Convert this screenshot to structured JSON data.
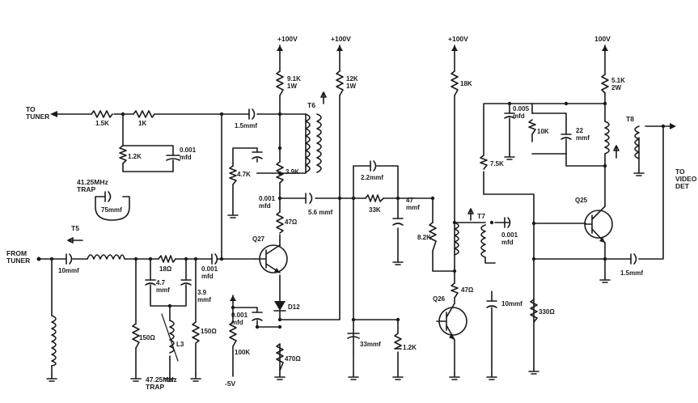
{
  "supplies": {
    "v1": "+100V",
    "v2": "+100V",
    "v3": "+100V",
    "v4": "100V",
    "neg": "-5V"
  },
  "labels": {
    "to_tuner": "TO\nTUNER",
    "from_tuner": "FROM\nTUNER",
    "to_video_det": "TO\nVIDEO\nDET",
    "trap_41": "41.25MHz\nTRAP",
    "trap_47": "47.25MHz\nTRAP"
  },
  "components": {
    "r_1_5k": "1.5K",
    "r_1k": "1K",
    "r_1_2k_a": "1.2K",
    "c_0_001_a": "0.001\nmfd",
    "c_75": "75mmf",
    "t5": "T5",
    "c_10mmf_in": "10mmf",
    "r_18": "18Ω",
    "c_4_7": "4.7\nmmf",
    "c_3_9": "3.9\nmmf",
    "c_0_001_b": "0.001\nmfd",
    "r_150_a": "150Ω",
    "r_150_b": "150Ω",
    "l3": "L3",
    "r_4_7k": "4.7K",
    "r_9_1k": "9.1K\n1W",
    "r_3_9k": "3.9K",
    "c_1_5_a": "1.5mmf",
    "t6": "T6",
    "r_12k": "12K\n1W",
    "c_0_001_c": "0.001\nmfd",
    "c_5_6": "5.6 mmf",
    "r_47_a": "47Ω",
    "q27": "Q27",
    "d12": "D12",
    "c_0_001_d": "0.001\nmfd",
    "r_100k": "100K",
    "r_470": "470Ω",
    "c_2_2": "2.2mmf",
    "r_33k": "33K",
    "c_47": "47\nmmf",
    "r_18k": "18K",
    "r_8_2k": "8.2K",
    "t7": "T7",
    "c_0_001_e": "0.001\nmfd",
    "r_47_b": "47Ω",
    "q26": "Q26",
    "c_33": "33mmf",
    "r_1_2k_b": "1.2K",
    "c_10mmf_b": "10mmf",
    "c_0_005": "0.005\nmfd",
    "r_10k": "10K",
    "c_22": "22\nmmf",
    "r_5_1k": "5.1K\n2W",
    "t8": "T8",
    "r_7_5k": "7.5K",
    "q25": "Q25",
    "c_1_5_b": "1.5mmf",
    "r_330": "330Ω"
  }
}
